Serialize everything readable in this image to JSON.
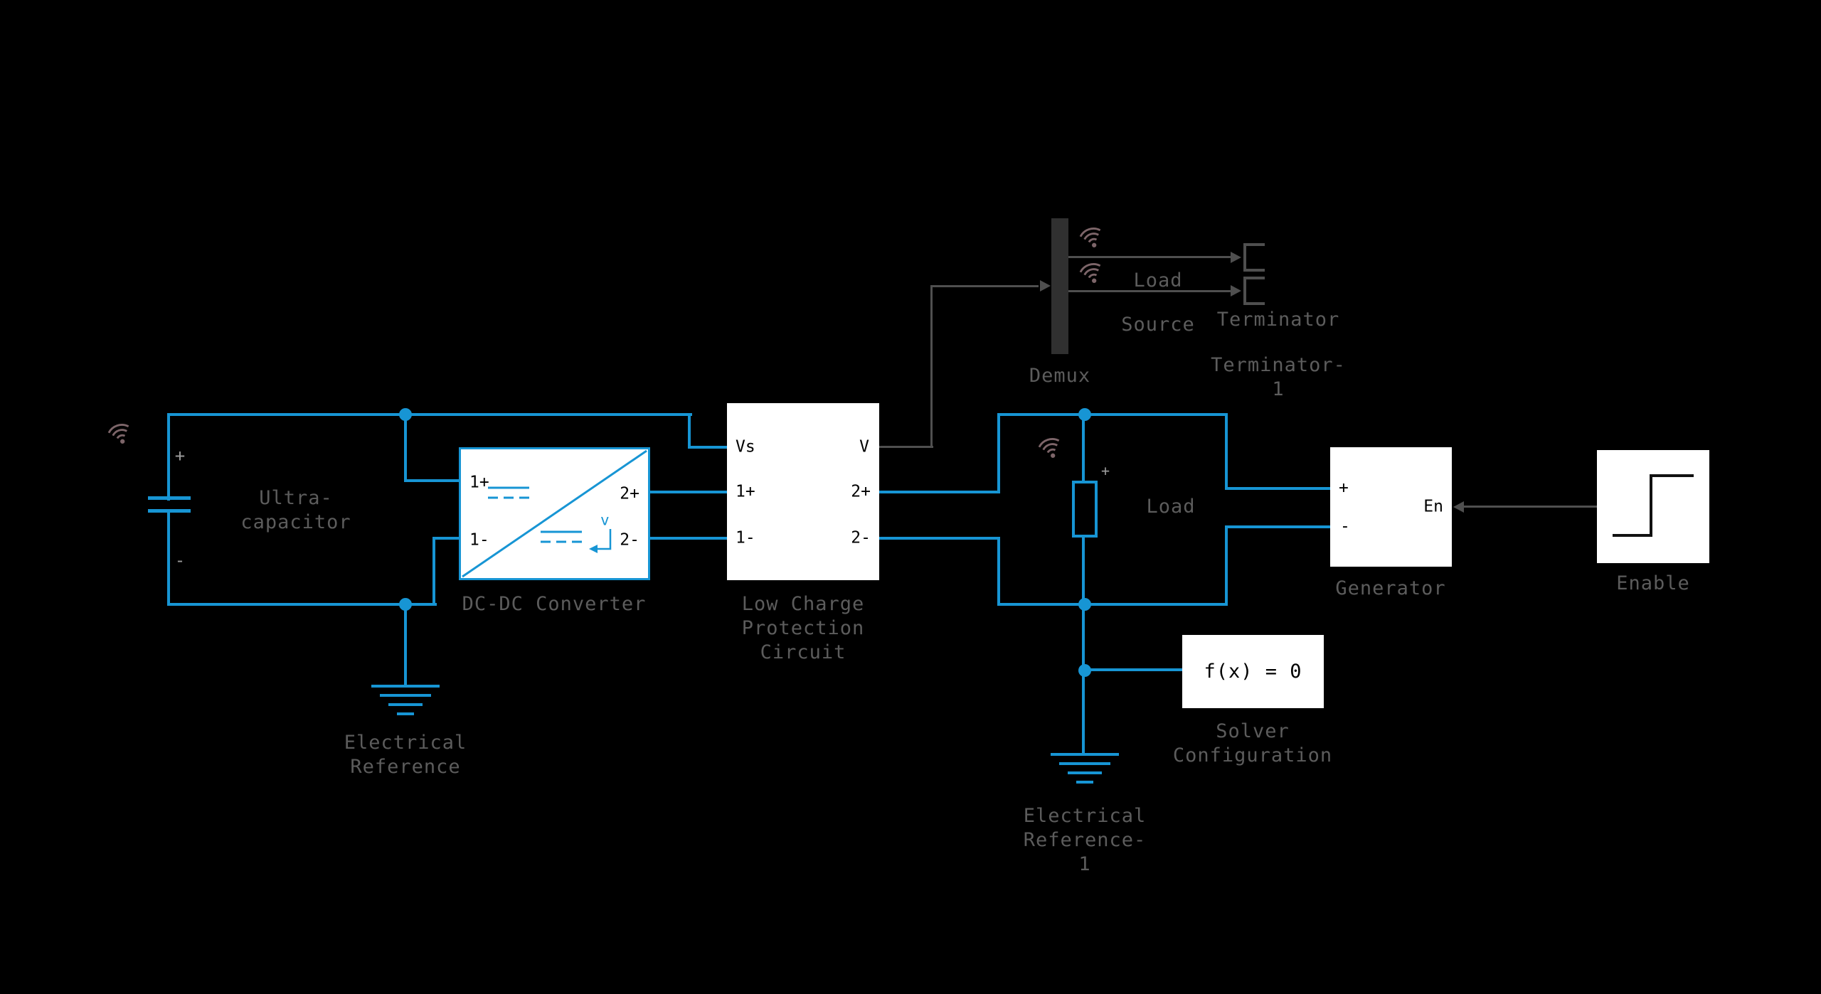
{
  "colors": {
    "background": "#000000",
    "wire": "#1795d4",
    "signal": "#4f4f4f",
    "label": "#5c5c5c",
    "block_bg": "#ffffff",
    "block_text": "#000000",
    "badge": "#7d6569",
    "demux": "#303030",
    "port_mark": "#9a9a9a"
  },
  "blocks": {
    "ultracapacitor": {
      "label": "Ultra-\ncapacitor",
      "plus": "+",
      "minus": "-"
    },
    "dcdc_converter": {
      "label": "DC-DC Converter",
      "icon_v": "v",
      "ports": {
        "p1": "1+",
        "n1": "1-",
        "p2": "2+",
        "n2": "2-"
      }
    },
    "low_charge": {
      "label": "Low Charge\nProtection\nCircuit",
      "ports": {
        "vs": "Vs",
        "p1": "1+",
        "n1": "1-",
        "v": "V",
        "p2": "2+",
        "n2": "2-"
      }
    },
    "demux": {
      "label": "Demux"
    },
    "terminator": {
      "label": "Terminator"
    },
    "terminator_1": {
      "label": "Terminator-\n1"
    },
    "load": {
      "label": "Load",
      "plus": "+"
    },
    "generator": {
      "label": "Generator",
      "ports": {
        "plus": "+",
        "minus": "-",
        "en": "En"
      }
    },
    "enable": {
      "label": "Enable"
    },
    "solver": {
      "label": "Solver\nConfiguration",
      "expression": "f(x) = 0"
    },
    "electrical_reference": {
      "label": "Electrical\nReference"
    },
    "electrical_reference_1": {
      "label": "Electrical\nReference-\n1"
    }
  },
  "signals": {
    "load": "Load",
    "source": "Source"
  }
}
